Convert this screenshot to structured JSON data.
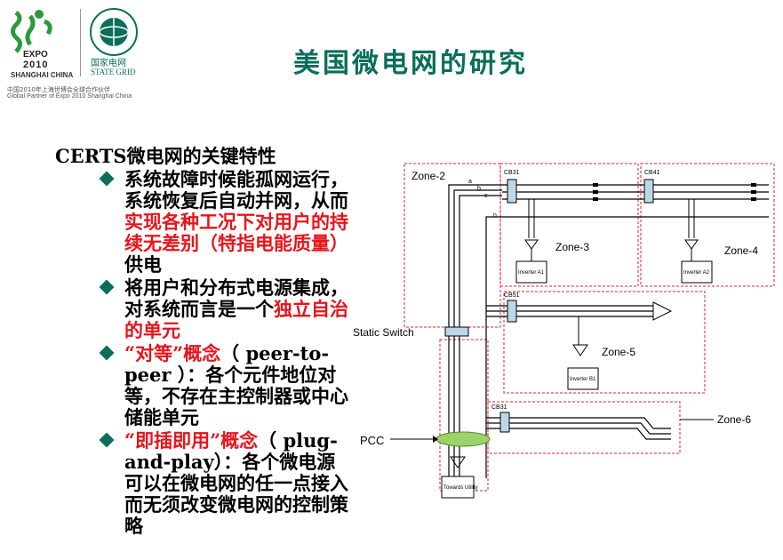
{
  "logos": {
    "expo_text": "EXPO",
    "expo_year": "2010",
    "expo_city": "SHANGHAI CHINA",
    "state_grid_cn": "国家电网",
    "state_grid_en": "STATE GRID",
    "partner_cn": "中国2010年上海世博会全球合作伙伴",
    "partner_en": "Global Partner of Expo 2010 Shanghai China"
  },
  "title": "美国微电网的研究",
  "heading": "CERTS微电网的关键特性",
  "bullets": [
    {
      "normal": "系统故障时候能孤网运行，系统恢复后自动并网，从而",
      "red": "实现各种工况下对用户的持续无差别（特指电能质量）",
      "tail": "供电"
    },
    {
      "normal": "将用户和分布式电源集成，对系统而言是一个",
      "red": "独立自治的单元",
      "tail": ""
    },
    {
      "red_lead": "“对等”概念",
      "normal": "（ peer-to-peer ）：各个元件地位对等，不存在主控制器或中心储能单元"
    },
    {
      "red_lead": "“即插即用”概念",
      "normal": "（ plug-and-play）：各个微电源可以在微电网的任一点接入而无须改变微电网的控制策略"
    }
  ],
  "diagram": {
    "zones": [
      "Zone-2",
      "Zone-3",
      "Zone-4",
      "Zone-5",
      "Zone-6"
    ],
    "labels": {
      "static_switch": "Static Switch",
      "pcc": "PCC"
    },
    "breakers": [
      "CB31",
      "CB41",
      "CB51",
      "CB31"
    ],
    "devices": [
      "Inverter A1",
      "Inverter A2",
      "Inverter B1",
      "Towards Utility"
    ],
    "phases": [
      "a",
      "b",
      "c",
      "n"
    ]
  },
  "colors": {
    "title": "#0a6e5a",
    "accent_red": "#e8141b",
    "zone_border": "#d9262c"
  }
}
